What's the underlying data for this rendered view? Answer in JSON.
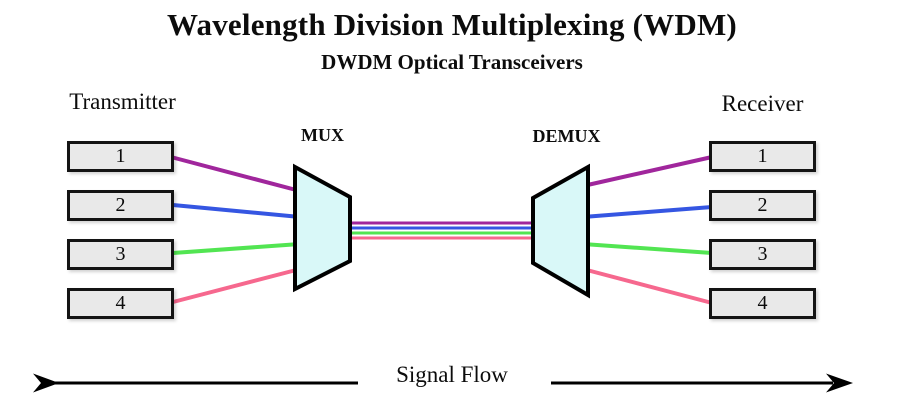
{
  "title": "Wavelength Division Multiplexing (WDM)",
  "subtitle": "DWDM Optical Transceivers",
  "transmitter": {
    "label": "Transmitter",
    "channels": [
      "1",
      "2",
      "3",
      "4"
    ]
  },
  "receiver": {
    "label": "Receiver",
    "channels": [
      "1",
      "2",
      "3",
      "4"
    ]
  },
  "mux": {
    "label": "MUX"
  },
  "demux": {
    "label": "DEMUX"
  },
  "footer": {
    "label": "Signal Flow"
  },
  "colors": {
    "channel1": "#a0269c",
    "channel2": "#3556e2",
    "channel3": "#52e552",
    "channel4": "#f6688e",
    "device_fill": "#d9f8f8",
    "device_stroke": "#000000",
    "box_fill": "#e9e9e9",
    "box_stroke": "#141414",
    "arrow": "#000000"
  }
}
